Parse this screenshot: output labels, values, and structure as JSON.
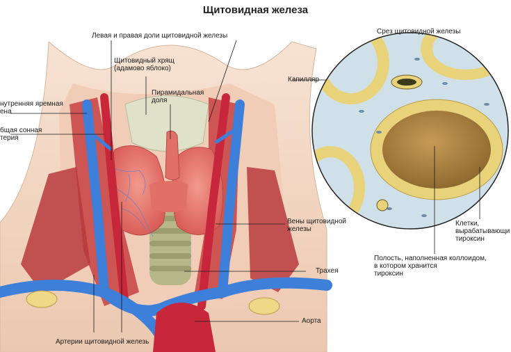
{
  "title": "Щитовидная железа",
  "section_title": "Срез щитовидной железы",
  "labels": {
    "lobes": "Левая и правая доли щитовидной железы",
    "thyroid_cartilage": "Щитовидный хрящ\n(адамово яблоко)",
    "pyramidal_lobe": "Пирамидальная\nдоля",
    "jugular_vein": "нутренняя яремная\nена",
    "carotid": "бщая сонная\nтерия",
    "thyroid_veins": "Вены щитовидной\nжелезы",
    "trachea": "Трахея",
    "aorta": "Аорта",
    "thyroid_arteries": "Артерии щитовидной железь",
    "capillary": "Капилляр",
    "colloid": "Полость, наполненная коллоидом,\nв котором хранится\nтироксин",
    "cells": "Клетки,\nвырабатывающи\nтироксин"
  },
  "colors": {
    "vein": "#3d7fd9",
    "artery": "#c8263a",
    "gland": "#e0706a",
    "muscle": "#c9484a",
    "cartilage": "#d9dcc0",
    "trachea": "#b8b98a",
    "skin": "#f4d9c6",
    "follicle_cells": "#e8d27a",
    "colloid": "#b58a45",
    "stroma": "#cfe0e8"
  }
}
